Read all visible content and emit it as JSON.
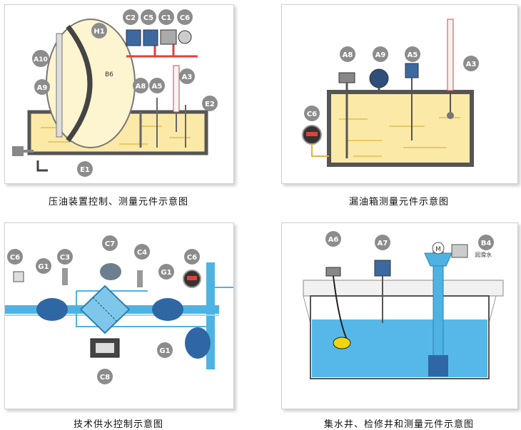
{
  "captions": {
    "p1": "压油装置控制、测量元件示意图",
    "p2": "漏油箱测量元件示意图",
    "p3": "技术供水控制示意图",
    "p4": "集水井、检修井和测量元件示意图"
  },
  "panel1": {
    "labels": [
      "C2",
      "C5",
      "C1",
      "C6",
      "H1",
      "A10",
      "A9",
      "A8",
      "A5",
      "A3",
      "E2",
      "E1"
    ],
    "tank_text": "B6"
  },
  "panel2": {
    "labels": [
      "A8",
      "A9",
      "A5",
      "A3",
      "C6"
    ]
  },
  "panel3": {
    "labels": [
      "C6",
      "G1",
      "C3",
      "C7",
      "C4",
      "G1",
      "C6",
      "G1",
      "C8"
    ]
  },
  "panel4": {
    "labels": [
      "A6",
      "A7",
      "B4"
    ],
    "motor_text": "M",
    "water_text": "润滑水"
  },
  "colors": {
    "oil": "#f3d36b",
    "water": "#55b8e8",
    "pipe_water": "#4eb3e3",
    "label_bubble": "#8c8c8c",
    "red_pipe": "#e0413b"
  }
}
